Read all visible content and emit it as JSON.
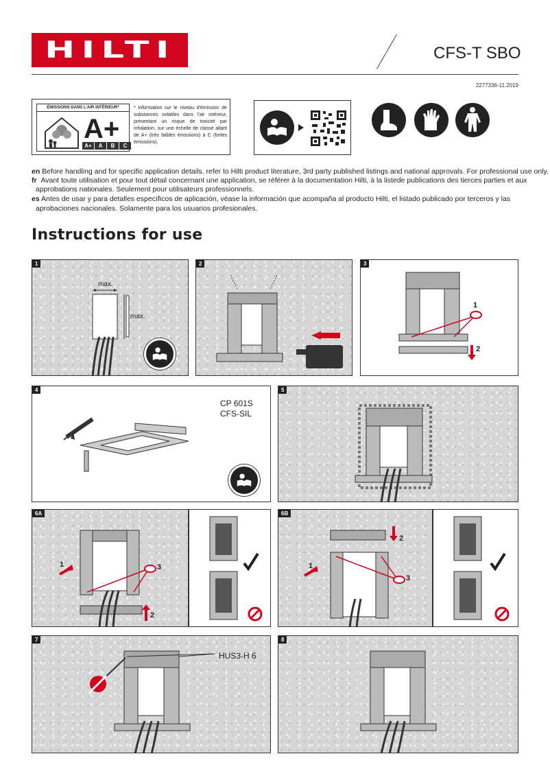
{
  "header": {
    "brand": "HILTI",
    "product": "CFS-T SBO",
    "doc_number": "2277336-11.2019"
  },
  "emissions": {
    "title": "ÉMISSIONS DANS L'AIR INTÉRIEUR*",
    "grade": "A+",
    "scale": [
      "A+",
      "A",
      "B",
      "C"
    ],
    "note": "* Information sur le niveau d'émission de substances volatiles dans l'air intérieur, présentant un risque de toxicité par inhalation, sur une échelle de classe allant de A+ (très faibles émissions) à C (fortes émissions)."
  },
  "icons": {
    "read_manual": "read-manual-icon",
    "qr": "qr-code-icon",
    "ppe": [
      "safety-boots-icon",
      "safety-gloves-icon",
      "protective-suit-icon"
    ]
  },
  "disclaimers": [
    {
      "lang": "en",
      "text": "Before handling and for specific application details, refer to Hilti product literature, 3rd party published listings and national approvals. For professional use only."
    },
    {
      "lang": "fr",
      "text": "Avant toute utilisation et pour tout détail concernant une application, se référer à la documentation Hilti, à la listede publications des tierces parties et aux",
      "text2": "approbations nationales. Seulement pour utilisateurs professionnels."
    },
    {
      "lang": "es",
      "text": "Antes de usar y para detalles específicos de aplicación, véase la información que acompaña al producto Hilti, el listado publicado por terceros y las",
      "text2": "aprobaciones nacionales. Solamente para los usuarios profesionales."
    }
  ],
  "heading": "Instructions for use",
  "steps": {
    "s1": {
      "num": "1",
      "max_w": "max.",
      "max_h": "max."
    },
    "s2": {
      "num": "2"
    },
    "s3": {
      "num": "3",
      "c1": "1",
      "c2": "2"
    },
    "s4": {
      "num": "4",
      "product1": "CP 601S",
      "product2": "CFS-SIL"
    },
    "s5": {
      "num": "5"
    },
    "s6a": {
      "num": "6A",
      "c1": "1",
      "c2": "2",
      "c3": "3"
    },
    "s6b": {
      "num": "6B",
      "c1": "1",
      "c2": "2",
      "c3": "3"
    },
    "s7": {
      "num": "7",
      "anchor": "HUS3-H 6"
    },
    "s8": {
      "num": "8"
    }
  }
}
